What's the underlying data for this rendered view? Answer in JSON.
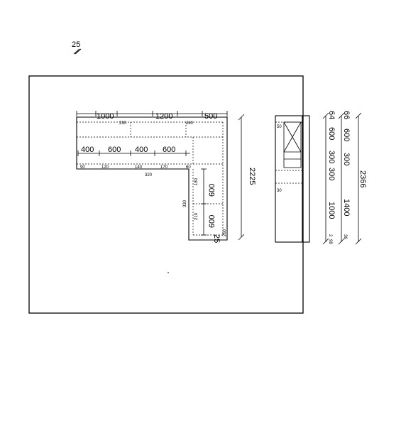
{
  "scale_marker": "25",
  "plan": {
    "top_run": [
      "1000",
      "1200",
      "500"
    ],
    "top_small": [
      "230",
      "240"
    ],
    "wall_units": [
      "400",
      "600",
      "400",
      "600"
    ],
    "bottom_small": [
      "90",
      "120",
      "140",
      "170",
      "60"
    ],
    "width_total": "320",
    "side_units": [
      "600",
      "600"
    ],
    "side_small": [
      "180",
      "210",
      "260"
    ],
    "side_height": "330",
    "depth_total": "2225",
    "depth_end": "25"
  },
  "elevation": {
    "small_top": [
      "50",
      "30"
    ],
    "dims_left": [
      "64",
      "600",
      "300",
      "300",
      "2",
      "98"
    ],
    "dims_mid": [
      "66",
      "600",
      "300",
      "1000",
      "1400",
      "36"
    ],
    "total": "2366"
  }
}
